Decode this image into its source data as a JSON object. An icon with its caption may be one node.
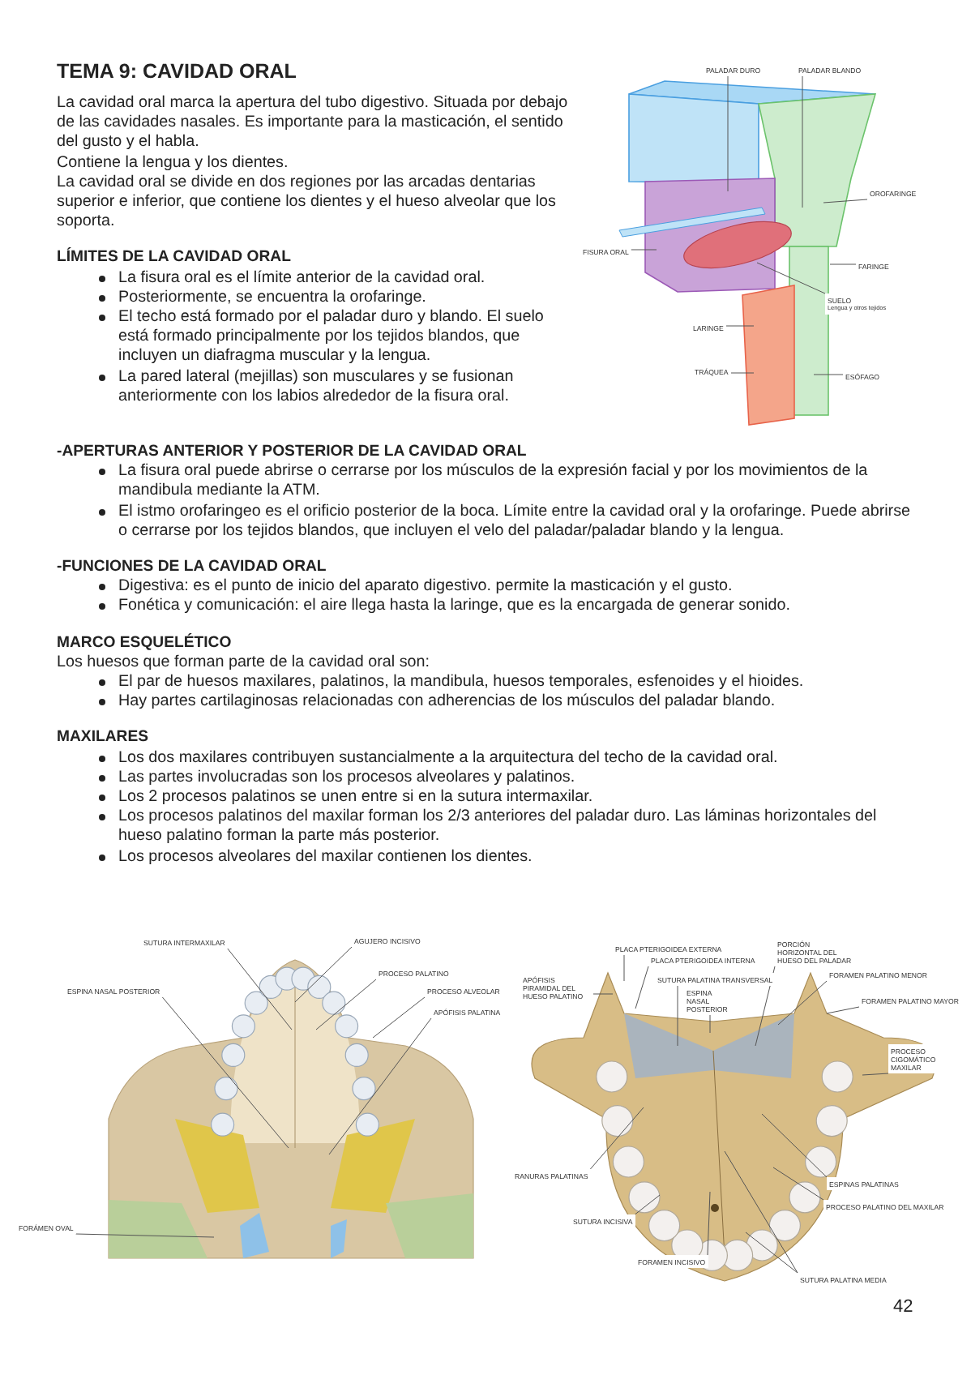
{
  "diagram": {
    "title": "TEMA 9: CAVIDAD ORAL",
    "nodes": [
      {
        "text": [
          "PALADAR DURO"
        ]
      },
      {
        "text": [
          "PALADAR BLANDO"
        ]
      },
      {
        "text": [
          "OROFARINGE"
        ]
      },
      {
        "text": [
          "FISURA ORAL"
        ]
      },
      {
        "text": [
          "FARINGE"
        ]
      },
      {
        "text": [
          "SUELO",
          "Lengua y otros tejidos"
        ]
      },
      {
        "text": [
          "LARINGE"
        ]
      },
      {
        "text": [
          "TRÁQUEA"
        ]
      },
      {
        "text": [
          "ESÓFAGO"
        ]
      },
      {
        "text": [
          "SUTURA INTERMAXILAR"
        ]
      },
      {
        "text": [
          "AGUJERO INCISIVO"
        ]
      },
      {
        "text": [
          "ESPINA NASAL POSTERIOR"
        ]
      },
      {
        "text": [
          "PROCESO PALATINO"
        ]
      },
      {
        "text": [
          "PROCESO ALVEOLAR"
        ]
      },
      {
        "text": [
          "APÓFISIS PALATINA"
        ]
      },
      {
        "text": [
          "FORÁMEN OVAL"
        ]
      },
      {
        "text": [
          "PLACA PTERIGOIDEA EXTERNA"
        ]
      },
      {
        "text": [
          "PLACA PTERIGOIDEA INTERNA"
        ]
      },
      {
        "text": [
          "PORCIÓN HORIZONTAL DEL HUESO DEL PALADAR"
        ]
      },
      {
        "text": [
          "APÓFISIS PIRAMIDAL DEL HUESO PALATINO"
        ]
      },
      {
        "text": [
          "SUTURA PALATINA TRANSVERSAL"
        ]
      },
      {
        "text": [
          "ESPINA NASAL POSTERIOR"
        ]
      },
      {
        "text": [
          "FORAMEN PALATINO MENOR"
        ]
      },
      {
        "text": [
          "FORAMEN PALATINO MAYOR"
        ]
      },
      {
        "text": [
          "PROCESO CIGOMÁTICO MAXILAR"
        ]
      },
      {
        "text": [
          "RANURAS PALATINAS"
        ]
      },
      {
        "text": [
          "ESPINAS PALATINAS"
        ]
      },
      {
        "text": [
          "SUTURA INCISIVA"
        ]
      },
      {
        "text": [
          "PROCESO PALATINO DEL MAXILAR"
        ]
      },
      {
        "text": [
          "FORAMEN INCISIVO"
        ]
      },
      {
        "text": [
          "SUTURA PALATINA MEDIA"
        ]
      }
    ],
    "edges": [
      {
        "from": 0,
        "to": null,
        "arrow": "none"
      },
      {
        "from": 1,
        "to": null,
        "arrow": "none"
      },
      {
        "from": 2,
        "to": null,
        "arrow": "none"
      },
      {
        "from": 3,
        "to": null,
        "arrow": "none"
      },
      {
        "from": 4,
        "to": null,
        "arrow": "none"
      },
      {
        "from": 5,
        "to": null,
        "arrow": "none"
      },
      {
        "from": 6,
        "to": null,
        "arrow": "none"
      },
      {
        "from": 7,
        "to": null,
        "arrow": "none"
      },
      {
        "from": 8,
        "to": null,
        "arrow": "none"
      },
      {
        "from": 9,
        "to": null,
        "arrow": "none"
      },
      {
        "from": 10,
        "to": null,
        "arrow": "none"
      },
      {
        "from": 11,
        "to": null,
        "arrow": "none"
      },
      {
        "from": 12,
        "to": null,
        "arrow": "none"
      },
      {
        "from": 13,
        "to": null,
        "arrow": "none"
      },
      {
        "from": 14,
        "to": null,
        "arrow": "none"
      },
      {
        "from": 15,
        "to": null,
        "arrow": "none"
      },
      {
        "from": 16,
        "to": null,
        "arrow": "none"
      },
      {
        "from": 17,
        "to": null,
        "arrow": "none"
      },
      {
        "from": 18,
        "to": null,
        "arrow": "none"
      },
      {
        "from": 19,
        "to": null,
        "arrow": "none"
      },
      {
        "from": 20,
        "to": null,
        "arrow": "none"
      },
      {
        "from": 21,
        "to": null,
        "arrow": "none"
      },
      {
        "from": 22,
        "to": null,
        "arrow": "none"
      },
      {
        "from": 23,
        "to": null,
        "arrow": "none"
      },
      {
        "from": 24,
        "to": null,
        "arrow": "none"
      },
      {
        "from": 25,
        "to": null,
        "arrow": "none"
      },
      {
        "from": 26,
        "to": null,
        "arrow": "none"
      },
      {
        "from": 27,
        "to": null,
        "arrow": "none"
      },
      {
        "from": 28,
        "to": null,
        "arrow": "none"
      },
      {
        "from": 29,
        "to": null,
        "arrow": "none"
      },
      {
        "from": 30,
        "to": null,
        "arrow": "none"
      },
      {
        "from": 30,
        "to": null,
        "arrow": "none"
      }
    ],
    "labels": [
      "La cavidad oral marca la apertura del tubo digestivo. Situada por debajo de las cavidades nasales. Es importante para la masticación, el sentido del gusto y el habla.",
      "Contiene la lengua y los dientes.",
      "La cavidad oral se divide en dos regiones por las arcadas dentarias superior e inferior, que contiene los dientes y el hueso alveolar que los soporta.",
      "LÍMITES DE LA CAVIDAD ORAL",
      "La fisura oral es el límite anterior de la cavidad oral.",
      "Posteriormente, se encuentra la orofaringe.",
      "El techo está formado por el paladar duro y blando. El suelo está formado principalmente por los tejidos blandos, que incluyen un diafragma muscular y la lengua.",
      "La pared lateral (mejillas) son musculares y se fusionan anteriormente con los labios alrededor de la fisura oral.",
      "-APERTURAS ANTERIOR Y POSTERIOR DE LA CAVIDAD ORAL",
      "La fisura oral puede abrirse o cerrarse por los músculos de la expresión facial y por los movimientos de la mandibula mediante la ATM.",
      "El istmo orofaringeo es el orificio posterior de la boca. Límite entre la cavidad oral y la orofaringe. Puede abrirse o cerrarse por los tejidos blandos, que incluyen el velo del paladar/paladar blando y la lengua.",
      "-FUNCIONES DE LA CAVIDAD ORAL",
      "Digestiva: es el punto de inicio del aparato digestivo. permite la masticación y el gusto.",
      "Fonética y comunicación: el aire llega hasta la laringe, que es la encargada de generar sonido.",
      "MARCO ESQUELÉTICO",
      "Los huesos que forman parte de la cavidad oral son:",
      "El par de huesos maxilares, palatinos, la mandibula, huesos temporales, esfenoides y el hioides.",
      "Hay partes cartilaginosas relacionadas con adherencias de los músculos del paladar blando.",
      "MAXILARES",
      "Los dos maxilares contribuyen sustancialmente a la arquitectura del techo de la cavidad oral.",
      "Las partes involucradas son los procesos alveolares y palatinos.",
      "Los 2 procesos palatinos se unen entre si en la sutura intermaxilar.",
      "Los procesos palatinos del maxilar forman los 2/3 anteriores del paladar duro. Las láminas horizontales del hueso palatino forman la parte más posterior.",
      "Los procesos alveolares del maxilar contienen los dientes.",
      "42"
    ]
  }
}
